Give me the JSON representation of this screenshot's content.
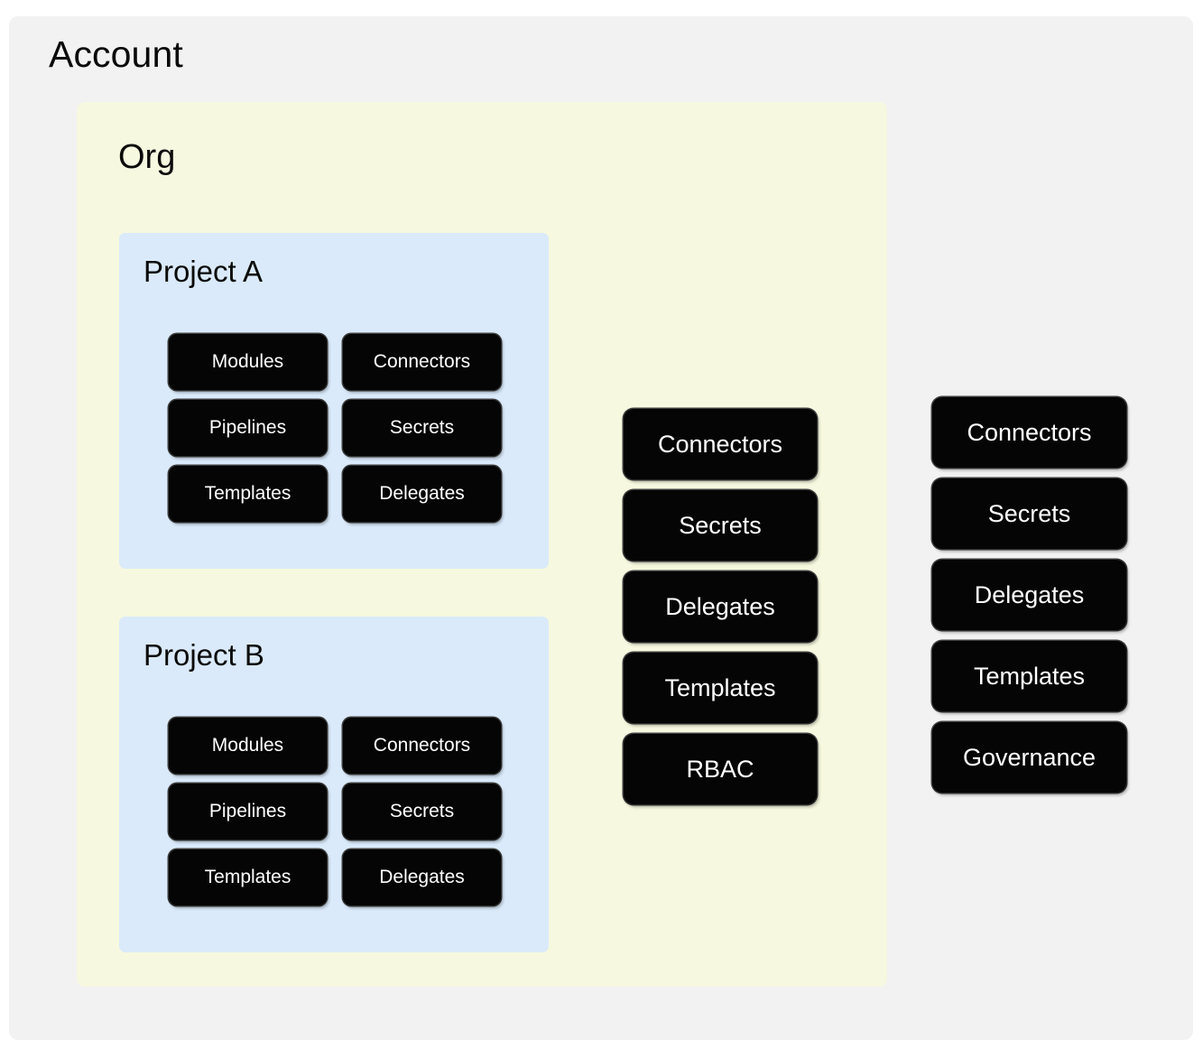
{
  "diagram": {
    "title": "Account",
    "colors": {
      "account_bg": "#f2f2f3",
      "org_bg": "#f6f8df",
      "project_bg": "#daeafa",
      "chip_bg": "#050505",
      "chip_text": "#ffffff",
      "heading_text": "#0a0a0a"
    }
  },
  "account": {
    "label": "Account",
    "scope_items": [
      {
        "label": "Connectors"
      },
      {
        "label": "Secrets"
      },
      {
        "label": "Delegates"
      },
      {
        "label": "Templates"
      },
      {
        "label": "Governance"
      }
    ]
  },
  "org": {
    "label": "Org",
    "scope_items": [
      {
        "label": "Connectors"
      },
      {
        "label": "Secrets"
      },
      {
        "label": "Delegates"
      },
      {
        "label": "Templates"
      },
      {
        "label": "RBAC"
      }
    ]
  },
  "projects": [
    {
      "label": "Project A",
      "items": [
        {
          "label": "Modules"
        },
        {
          "label": "Connectors"
        },
        {
          "label": "Pipelines"
        },
        {
          "label": "Secrets"
        },
        {
          "label": "Templates"
        },
        {
          "label": "Delegates"
        }
      ]
    },
    {
      "label": "Project B",
      "items": [
        {
          "label": "Modules"
        },
        {
          "label": "Connectors"
        },
        {
          "label": "Pipelines"
        },
        {
          "label": "Secrets"
        },
        {
          "label": "Templates"
        },
        {
          "label": "Delegates"
        }
      ]
    }
  ]
}
